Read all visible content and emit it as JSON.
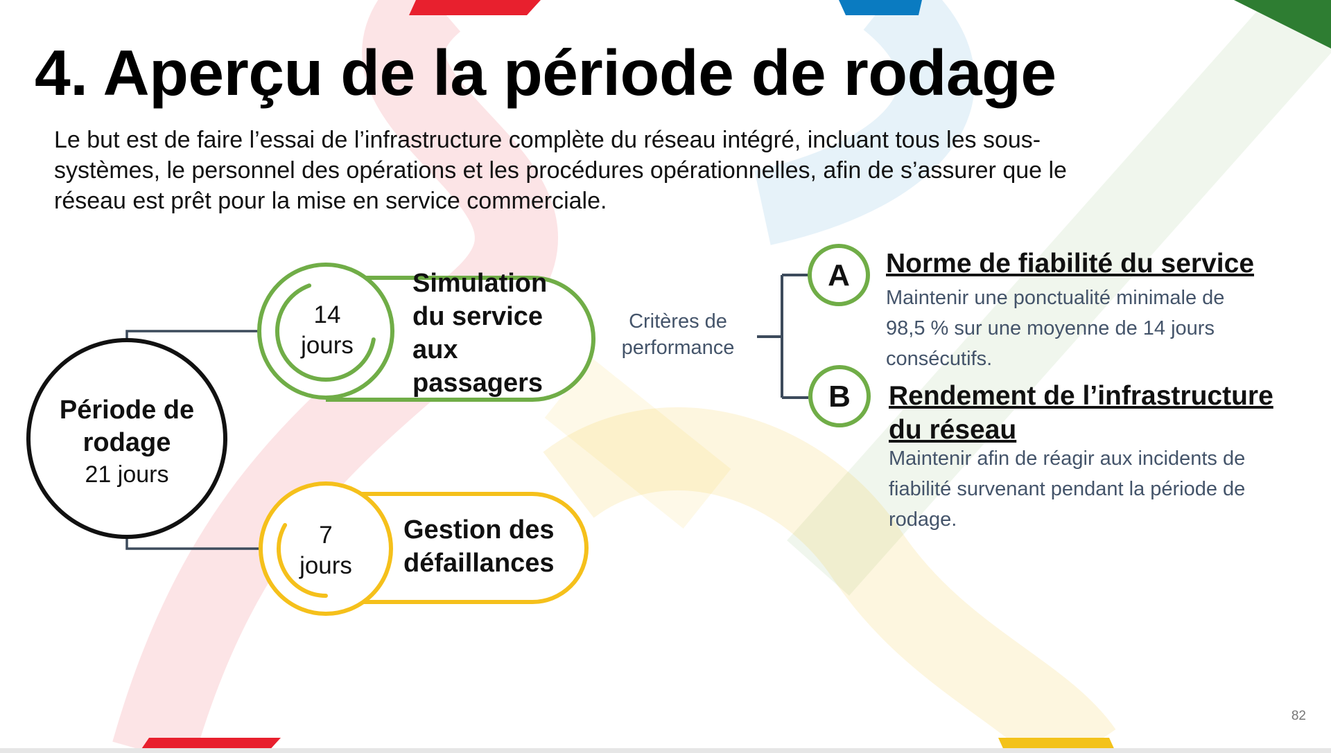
{
  "slide": {
    "title": "4. Aperçu de la période de rodage",
    "intro_lines": [
      "Le but est de faire l’essai de l’infrastructure complète du réseau intégré, incluant tous les sous-",
      "systèmes, le personnel des opérations et les procédures opérationnelles, afin de s’assurer que le",
      "réseau est prêt pour la mise en service commerciale."
    ],
    "page_number": "82"
  },
  "main_node": {
    "label_lines": [
      "Période de",
      "rodage"
    ],
    "duration": "21 jours"
  },
  "phases": [
    {
      "days": "14",
      "unit": "jours",
      "label_lines": [
        "Simulation",
        "du service",
        "aux",
        "passagers"
      ],
      "color": "#70ad47",
      "progress_fraction": 0.6667
    },
    {
      "days": "7",
      "unit": "jours",
      "label_lines": [
        "Gestion des",
        "défaillances"
      ],
      "color": "#f5c01b",
      "progress_fraction": 0.3333
    }
  ],
  "criteria": {
    "label_lines": [
      "Critères de",
      "performance"
    ],
    "items": [
      {
        "letter": "A",
        "title_lines": [
          "Norme de fiabilité du service"
        ],
        "desc_lines": [
          "Maintenir une ponctualité minimale de",
          "98,5 % sur une moyenne de 14 jours",
          "consécutifs."
        ]
      },
      {
        "letter": "B",
        "title_lines": [
          "Rendement de l’infrastructure",
          "du réseau"
        ],
        "desc_lines": [
          "Maintenir afin de réagir aux incidents de",
          "fiabilité survenant pendant la période de",
          "rodage."
        ]
      }
    ]
  },
  "colors": {
    "green": "#70ad47",
    "yellow": "#f5c01b",
    "connector": "#3d4b5c",
    "text_blue_gray": "#44546a"
  }
}
